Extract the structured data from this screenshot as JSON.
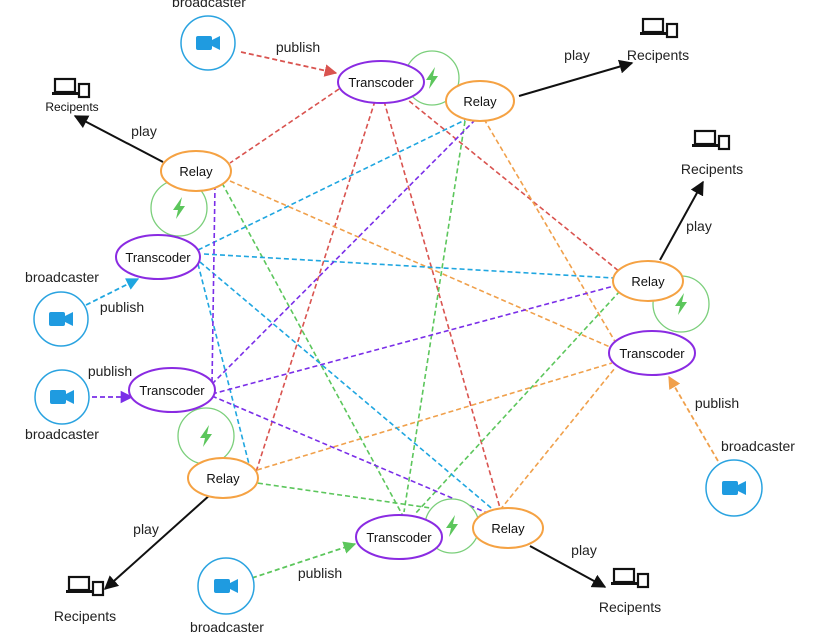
{
  "labels": {
    "relay": "Relay",
    "transcoder": "Transcoder",
    "broadcaster": "broadcaster",
    "recipients": "Recipents",
    "publish": "publish",
    "play": "play"
  },
  "colors": {
    "relay_stroke": "#f5a243",
    "transcoder_stroke": "#8a2be2",
    "bolt_ring": "#7bcf7b",
    "bolt": "#5cc65c",
    "broadcaster_ring": "#2aa3e0",
    "camera": "#1f9be0",
    "play_line": "#111111",
    "edge_red": "#d9534f",
    "edge_orange": "#f0a04b",
    "edge_green": "#5cc65c",
    "edge_blue": "#1fa6e0",
    "edge_purple": "#7a2ee8"
  }
}
